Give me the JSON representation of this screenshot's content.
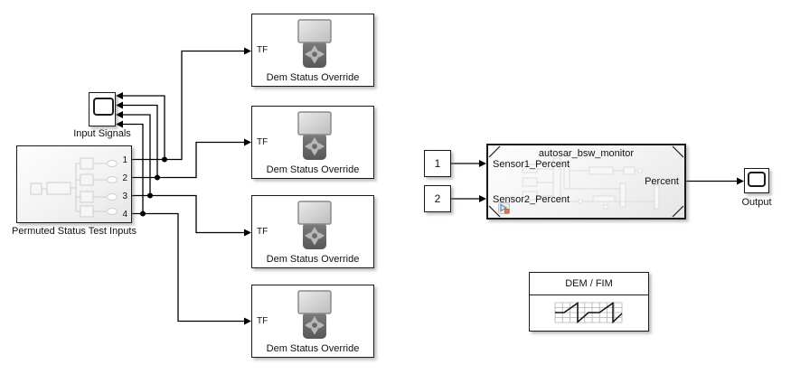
{
  "canvas": {
    "background": "#ffffff"
  },
  "colors": {
    "wire": "#000000",
    "block_border": "#1a1a1a",
    "device_body": "#6f6f6f",
    "device_screen": "#cfcfcf",
    "faint_detail": "#d8d8d8",
    "badge_blue": "#5b87c5",
    "badge_orange": "#e0784a"
  },
  "icons": {
    "scope_screen": "rounded-rect-display",
    "dem_device": "handheld-tester-with-dpad",
    "model_badge": "model-reference-badge",
    "waveform": "sawtooth-signal"
  },
  "permuted": {
    "label": "Permuted Status Test Inputs",
    "port_labels": [
      "1",
      "2",
      "3",
      "4"
    ]
  },
  "input_signals": {
    "label": "Input Signals"
  },
  "dem_overrides": [
    {
      "input_port": "TF",
      "label": "Dem Status Override"
    },
    {
      "input_port": "TF",
      "label": "Dem Status Override"
    },
    {
      "input_port": "TF",
      "label": "Dem Status Override"
    },
    {
      "input_port": "TF",
      "label": "Dem Status Override"
    }
  ],
  "const1": {
    "value": "1"
  },
  "const2": {
    "value": "2"
  },
  "monitor": {
    "title": "autosar_bsw_monitor",
    "in1": "Sensor1_Percent",
    "in2": "Sensor2_Percent",
    "out": "Percent"
  },
  "output_scope": {
    "label": "Output"
  },
  "dem_fim": {
    "title": "DEM / FIM"
  }
}
